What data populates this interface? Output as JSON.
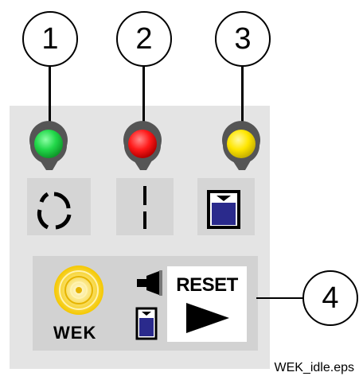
{
  "callouts": [
    {
      "number": "1"
    },
    {
      "number": "2"
    },
    {
      "number": "3"
    },
    {
      "number": "4"
    }
  ],
  "indicators": [
    {
      "color": "#22d84a",
      "symbol": "circle-arrows-icon"
    },
    {
      "color": "#ff1a1a",
      "symbol": "broken-line-icon"
    },
    {
      "color": "#ffe600",
      "symbol": "container-icon"
    }
  ],
  "wek": {
    "label": "WEK",
    "reset_label": "RESET",
    "sun_color": "#f5c800",
    "container_color": "#2a2a8c"
  },
  "filename": "WEK_idle.eps"
}
